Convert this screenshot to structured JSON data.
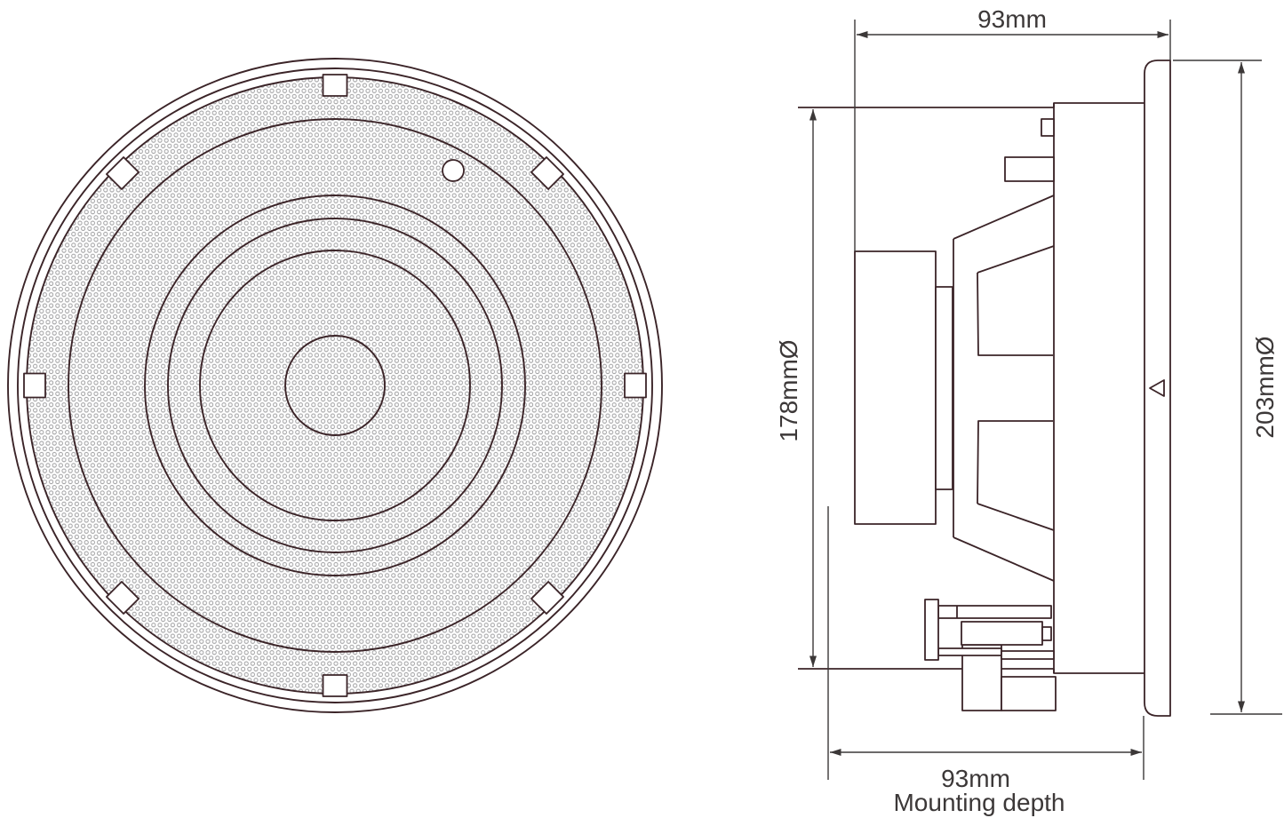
{
  "diagram": {
    "description": "Ceiling speaker dimension drawing, front grille view and side cross-section",
    "dimensions": {
      "top_width": "93mm",
      "cutout_diameter": "178mmØ",
      "overall_diameter": "203mmØ",
      "mounting_depth_value": "93mm",
      "mounting_depth_label": "Mounting depth"
    },
    "colors": {
      "outline": "#3b2428",
      "dimension": "#3c3838",
      "perforation": "#98989a",
      "background": "#ffffff"
    }
  }
}
